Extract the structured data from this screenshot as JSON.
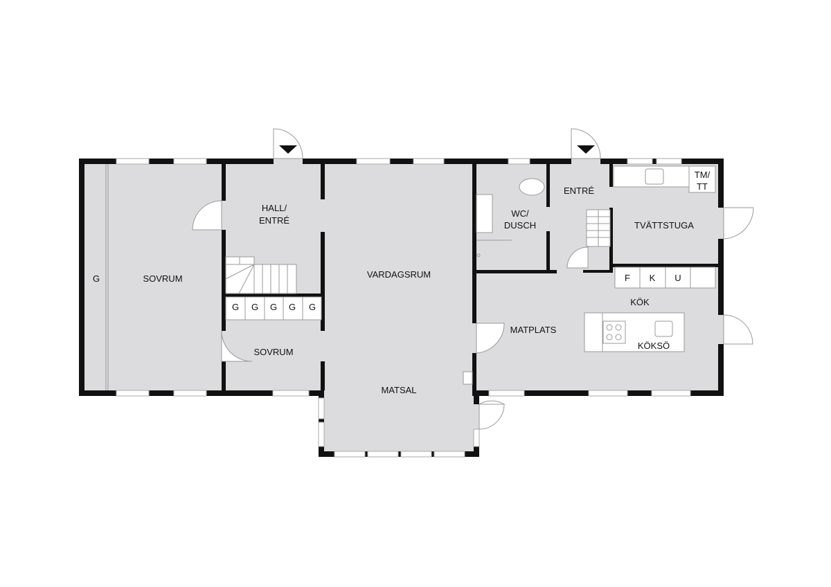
{
  "rooms": {
    "garderob_sovrum": "G",
    "sovrum_large": "SOVRUM",
    "hall_line1": "HALL/",
    "hall_line2": "ENTRÉ",
    "vardagsrum": "VARDAGSRUM",
    "sovrum_small": "SOVRUM",
    "matsal": "MATSAL",
    "wc_line1": "WC/",
    "wc_line2": "DUSCH",
    "entre": "ENTRÉ",
    "tvattstuga": "TVÄTTSTUGA",
    "kok": "KÖK",
    "matplats": "MATPLATS",
    "koksö": "KÖKSÖ",
    "tm_line1": "TM/",
    "tm_line2": "TT"
  },
  "closets": [
    "G",
    "G",
    "G",
    "G",
    "G"
  ],
  "kitchen_units": [
    "F",
    "K",
    "U",
    ""
  ]
}
